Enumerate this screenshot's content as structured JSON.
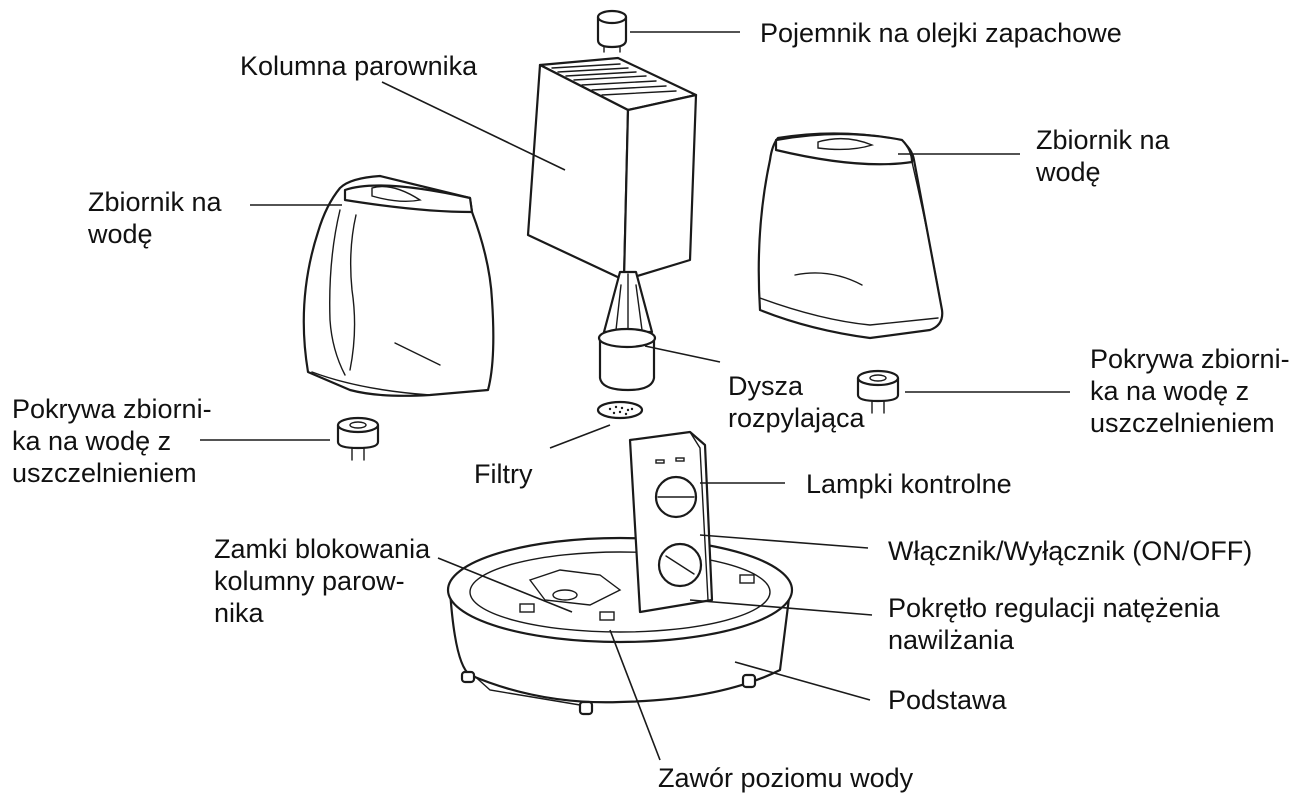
{
  "labels": {
    "oil_container": "Pojemnik na olejki zapachowe",
    "evaporator_column": "Kolumna parownika",
    "tank_right": [
      "Zbiornik na",
      "wodę"
    ],
    "tank_left": [
      "Zbiornik na",
      "wodę"
    ],
    "cap_right": [
      "Pokrywa zbiorni-",
      "ka na wodę z",
      "uszczelnieniem"
    ],
    "cap_left": [
      "Pokrywa zbiorni-",
      "ka na wodę z",
      "uszczelnieniem"
    ],
    "nozzle": [
      "Dysza",
      "rozpylająca"
    ],
    "filters": "Filtry",
    "indicator_lamps": "Lampki kontrolne",
    "power_switch": "Włącznik/Wyłącznik (ON/OFF)",
    "locks": [
      "Zamki blokowania",
      "kolumny parow-",
      "nika"
    ],
    "humidity_knob": [
      "Pokrętło regulacji natężenia",
      "nawilżania"
    ],
    "base": "Podstawa",
    "water_valve": "Zawór poziomu wody"
  }
}
